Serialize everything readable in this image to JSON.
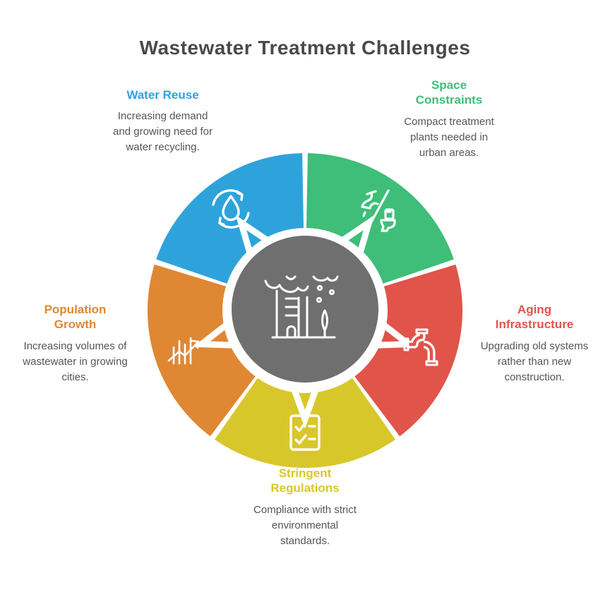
{
  "title": "Wastewater Treatment Challenges",
  "background_color": "#ffffff",
  "title_color": "#4a4a4a",
  "body_text_color": "#555555",
  "center": {
    "icon": "city-water-icon",
    "color": "#6F6F6F",
    "icon_color": "#ffffff"
  },
  "segments": [
    {
      "id": "water-reuse",
      "label": "Water Reuse",
      "description": "Increasing demand and growing need for water recycling.",
      "color": "#2EA3DB",
      "icon": "water-recycle-icon",
      "position": "top-left"
    },
    {
      "id": "space-constraints",
      "label": "Space Constraints",
      "description": "Compact treatment plants needed in urban areas.",
      "color": "#3EBE78",
      "icon": "sanitation-icon",
      "position": "top-right"
    },
    {
      "id": "aging-infrastructure",
      "label": "Aging Infrastructure",
      "description": "Upgrading old systems rather than new construction.",
      "color": "#E0544A",
      "icon": "pipes-icon",
      "position": "right"
    },
    {
      "id": "stringent-regulations",
      "label": "Stringent Regulations",
      "description": "Compliance with strict environmental standards.",
      "color": "#D8C72B",
      "icon": "checklist-icon",
      "position": "bottom"
    },
    {
      "id": "population-growth",
      "label": "Population Growth",
      "description": "Increasing volumes of wastewater in growing cities.",
      "color": "#DF8733",
      "icon": "growth-chart-icon",
      "position": "left"
    }
  ]
}
